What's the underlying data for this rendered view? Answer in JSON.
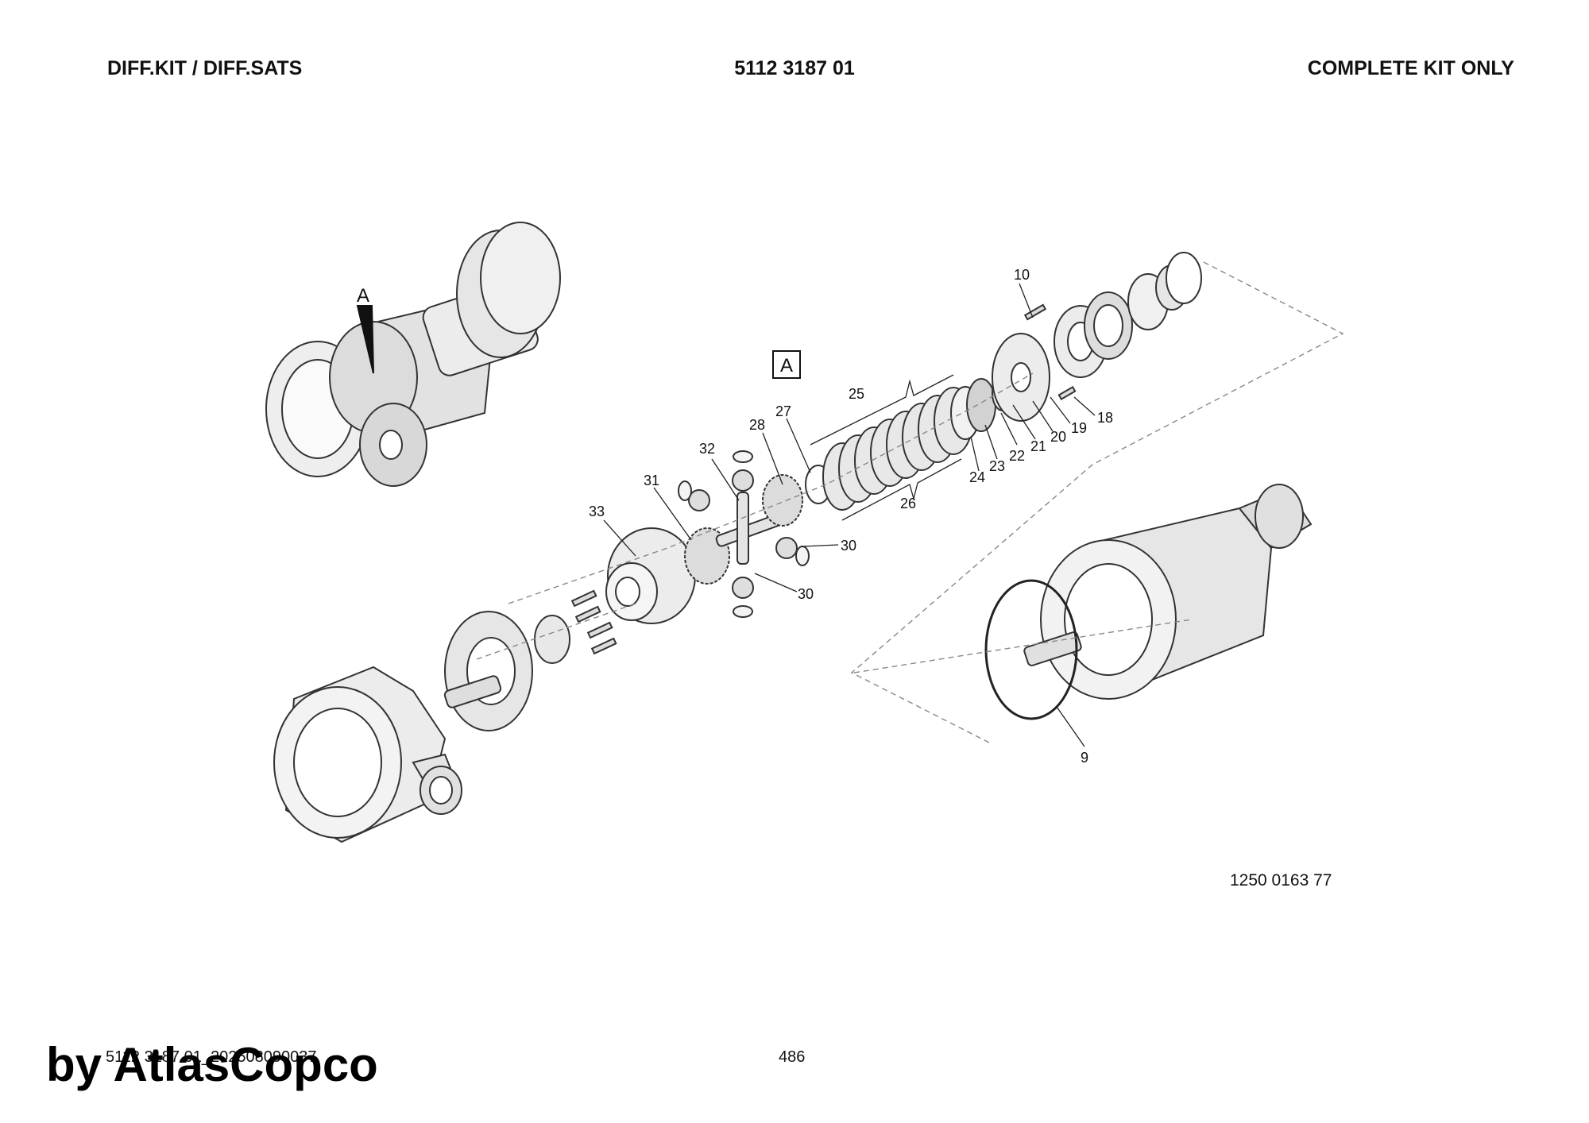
{
  "header": {
    "left": "DIFF.KIT / DIFF.SATS",
    "center": "5112 3187 01",
    "right": "COMPLETE KIT ONLY"
  },
  "detail_marker": "A",
  "view_marker": "A",
  "callouts": {
    "c9": "9",
    "c10": "10",
    "c18": "18",
    "c19": "19",
    "c20": "20",
    "c21": "21",
    "c22": "22",
    "c23": "23",
    "c24": "24",
    "c25": "25",
    "c26": "26",
    "c27": "27",
    "c28": "28",
    "c30a": "30",
    "c30b": "30",
    "c31": "31",
    "c32": "32",
    "c33": "33"
  },
  "drawing_ref": "1250 0163 77",
  "footer": {
    "doc_id": "5112 3187 01_202508090037",
    "page": "486",
    "brand": "by AtlasCopco"
  }
}
